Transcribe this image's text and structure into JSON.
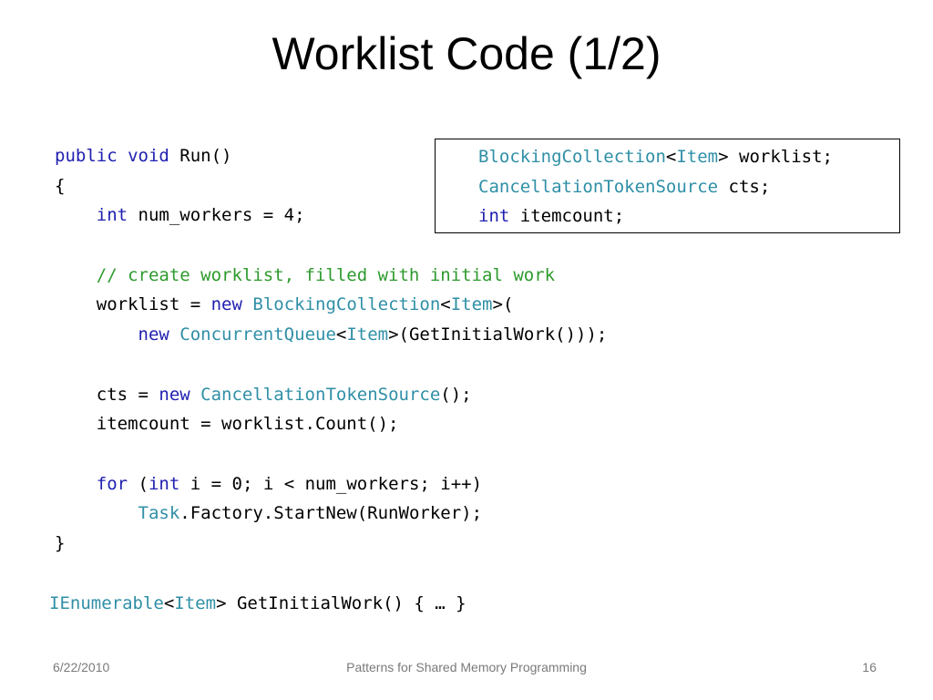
{
  "slide": {
    "title": "Worklist Code (1/2)",
    "colors": {
      "keyword": "#2020b0",
      "type": "#2f8fa6",
      "comment": "#2e9a2e",
      "plain": "#000000"
    }
  },
  "decl_box": [
    [
      {
        "t": "BlockingCollection",
        "c": "ty"
      },
      {
        "t": "<"
      },
      {
        "t": "Item",
        "c": "ty"
      },
      {
        "t": "> worklist;"
      }
    ],
    [
      {
        "t": "CancellationTokenSource",
        "c": "ty"
      },
      {
        "t": " cts;"
      }
    ],
    [
      {
        "t": "int",
        "c": "kw"
      },
      {
        "t": " itemcount;"
      }
    ]
  ],
  "code": [
    [
      {
        "t": "public",
        "c": "kw"
      },
      {
        "t": " "
      },
      {
        "t": "void",
        "c": "kw"
      },
      {
        "t": " Run()"
      }
    ],
    [
      {
        "t": "{"
      }
    ],
    [
      {
        "t": "    "
      },
      {
        "t": "int",
        "c": "kw"
      },
      {
        "t": " num_workers = 4;"
      }
    ],
    [],
    [
      {
        "t": "    "
      },
      {
        "t": "// create worklist, filled with initial work",
        "c": "cm"
      }
    ],
    [
      {
        "t": "    worklist = "
      },
      {
        "t": "new",
        "c": "kw"
      },
      {
        "t": " "
      },
      {
        "t": "BlockingCollection",
        "c": "ty"
      },
      {
        "t": "<"
      },
      {
        "t": "Item",
        "c": "ty"
      },
      {
        "t": ">("
      }
    ],
    [
      {
        "t": "        "
      },
      {
        "t": "new",
        "c": "kw"
      },
      {
        "t": " "
      },
      {
        "t": "ConcurrentQueue",
        "c": "ty"
      },
      {
        "t": "<"
      },
      {
        "t": "Item",
        "c": "ty"
      },
      {
        "t": ">(GetInitialWork()));"
      }
    ],
    [],
    [
      {
        "t": "    cts = "
      },
      {
        "t": "new",
        "c": "kw"
      },
      {
        "t": " "
      },
      {
        "t": "CancellationTokenSource",
        "c": "ty"
      },
      {
        "t": "();"
      }
    ],
    [
      {
        "t": "    itemcount = worklist.Count();"
      }
    ],
    [],
    [
      {
        "t": "    "
      },
      {
        "t": "for",
        "c": "kw"
      },
      {
        "t": " ("
      },
      {
        "t": "int",
        "c": "kw"
      },
      {
        "t": " i = 0; i < num_workers; i++)"
      }
    ],
    [
      {
        "t": "        "
      },
      {
        "t": "Task",
        "c": "ty"
      },
      {
        "t": ".Factory.StartNew(RunWorker);"
      }
    ],
    [
      {
        "t": "}"
      }
    ]
  ],
  "footer_code": [
    [
      {
        "t": "IEnumerable",
        "c": "ty"
      },
      {
        "t": "<"
      },
      {
        "t": "Item",
        "c": "ty"
      },
      {
        "t": "> GetInitialWork() { … }"
      }
    ]
  ],
  "footer": {
    "date": "6/22/2010",
    "center": "Patterns for Shared Memory Programming",
    "page": "16"
  }
}
